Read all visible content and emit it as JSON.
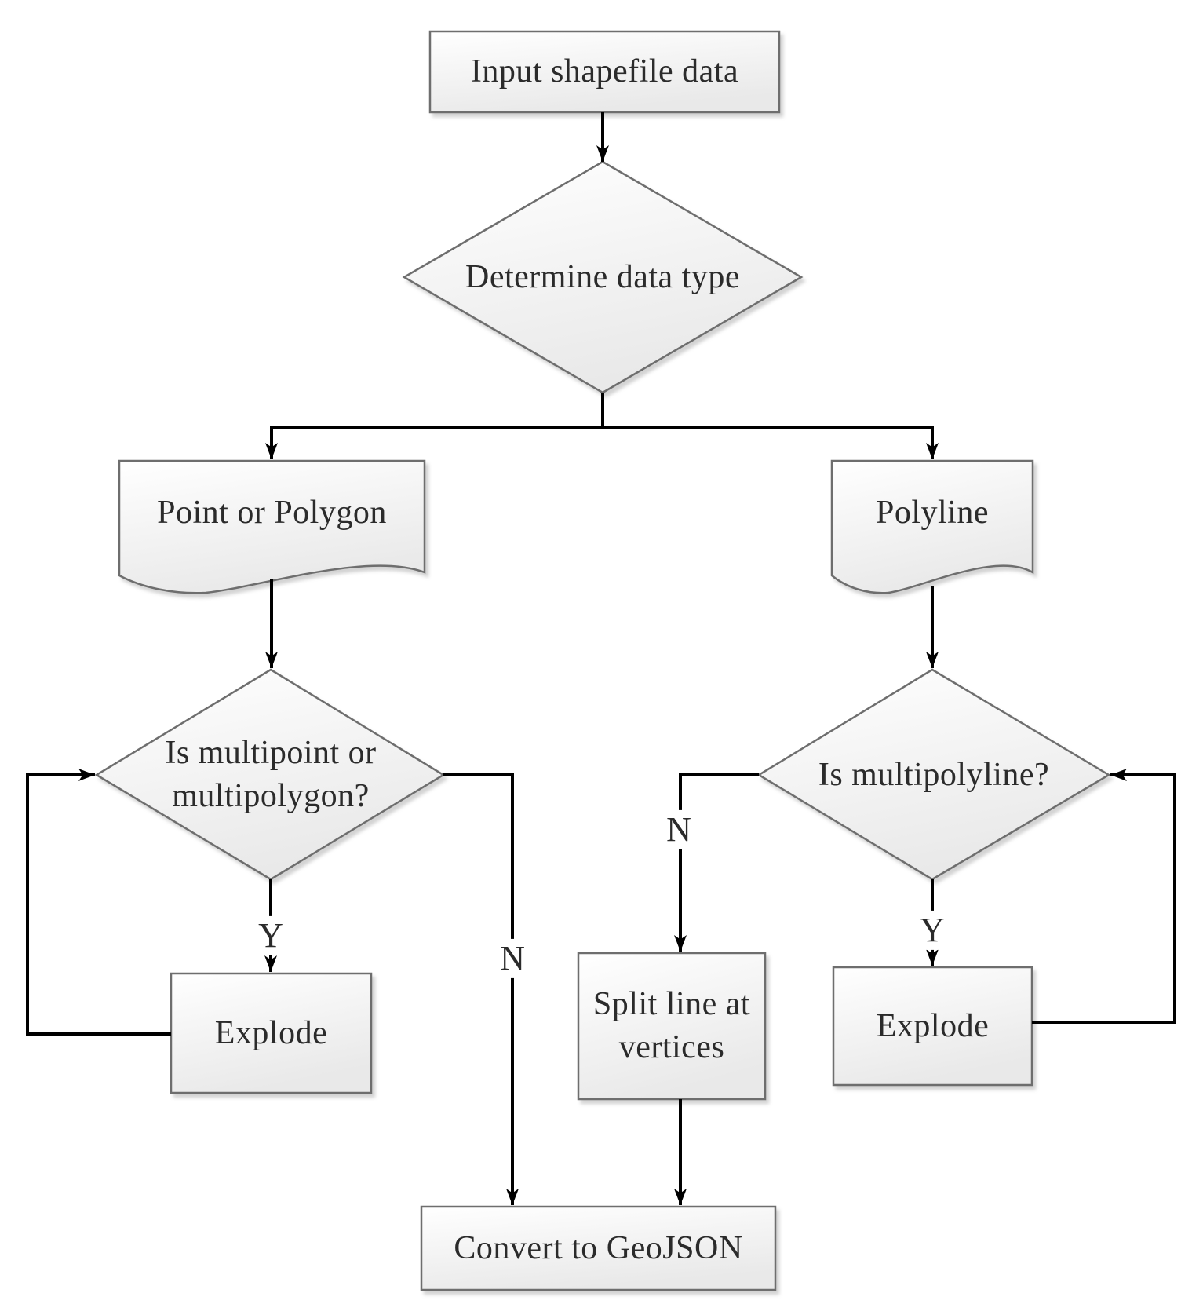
{
  "nodes": {
    "input": {
      "label": "Input shapefile data",
      "type": "process"
    },
    "determine_type": {
      "label": "Determine data type",
      "type": "decision"
    },
    "point_polygon": {
      "label": "Point or Polygon",
      "type": "document"
    },
    "polyline": {
      "label": "Polyline",
      "type": "document"
    },
    "is_multipoint": {
      "label": "Is multipoint or multipolygon?",
      "type": "decision"
    },
    "is_multipolyline": {
      "label": "Is multipolyline?",
      "type": "decision"
    },
    "explode_left": {
      "label": "Explode",
      "type": "process"
    },
    "split_line": {
      "label": "Split line at vertices",
      "type": "process"
    },
    "explode_right": {
      "label": "Explode",
      "type": "process"
    },
    "convert": {
      "label": "Convert to GeoJSON",
      "type": "process"
    }
  },
  "edge_labels": {
    "left_yes": "Y",
    "left_no": "N",
    "right_no": "N",
    "right_yes": "Y"
  },
  "colors": {
    "connector": "#000000",
    "node_border": "#6e6e6e",
    "fill_top": "#ffffff",
    "fill_bottom": "#e9e9e9",
    "text": "#2b2b2b",
    "background": "#ffffff"
  }
}
